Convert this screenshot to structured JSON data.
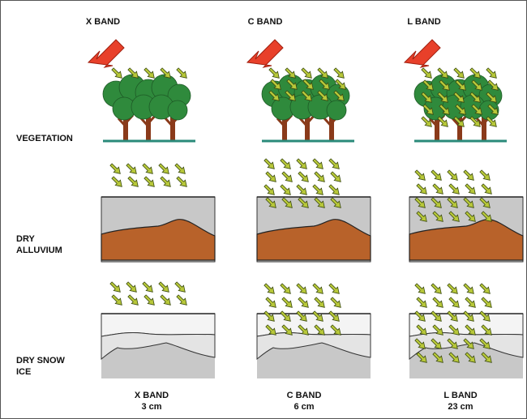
{
  "top_labels": [
    "X BAND",
    "C BAND",
    "L BAND"
  ],
  "row_labels": {
    "vegetation": "VEGETATION",
    "alluvium_line1": "DRY",
    "alluvium_line2": "ALLUVIUM",
    "snow_line1": "DRY SNOW",
    "snow_line2": "ICE"
  },
  "bottom_labels": [
    {
      "band": "X BAND",
      "wavelength": "3 cm"
    },
    {
      "band": "C BAND",
      "wavelength": "6 cm"
    },
    {
      "band": "L BAND",
      "wavelength": "23 cm"
    }
  ],
  "colors": {
    "incident_arrow": "#e8402a",
    "wave_arrow": "#b8c83a",
    "foliage": "#2f8a3c",
    "trunk": "#8a3a1a",
    "ground_line": "#2a8a7a",
    "soil": "#b8622a",
    "dry_layer": "#c8c8c8",
    "snow": "#f4f4f4",
    "snow_mid": "#e4e4e4",
    "ice": "#c8c8c8"
  }
}
